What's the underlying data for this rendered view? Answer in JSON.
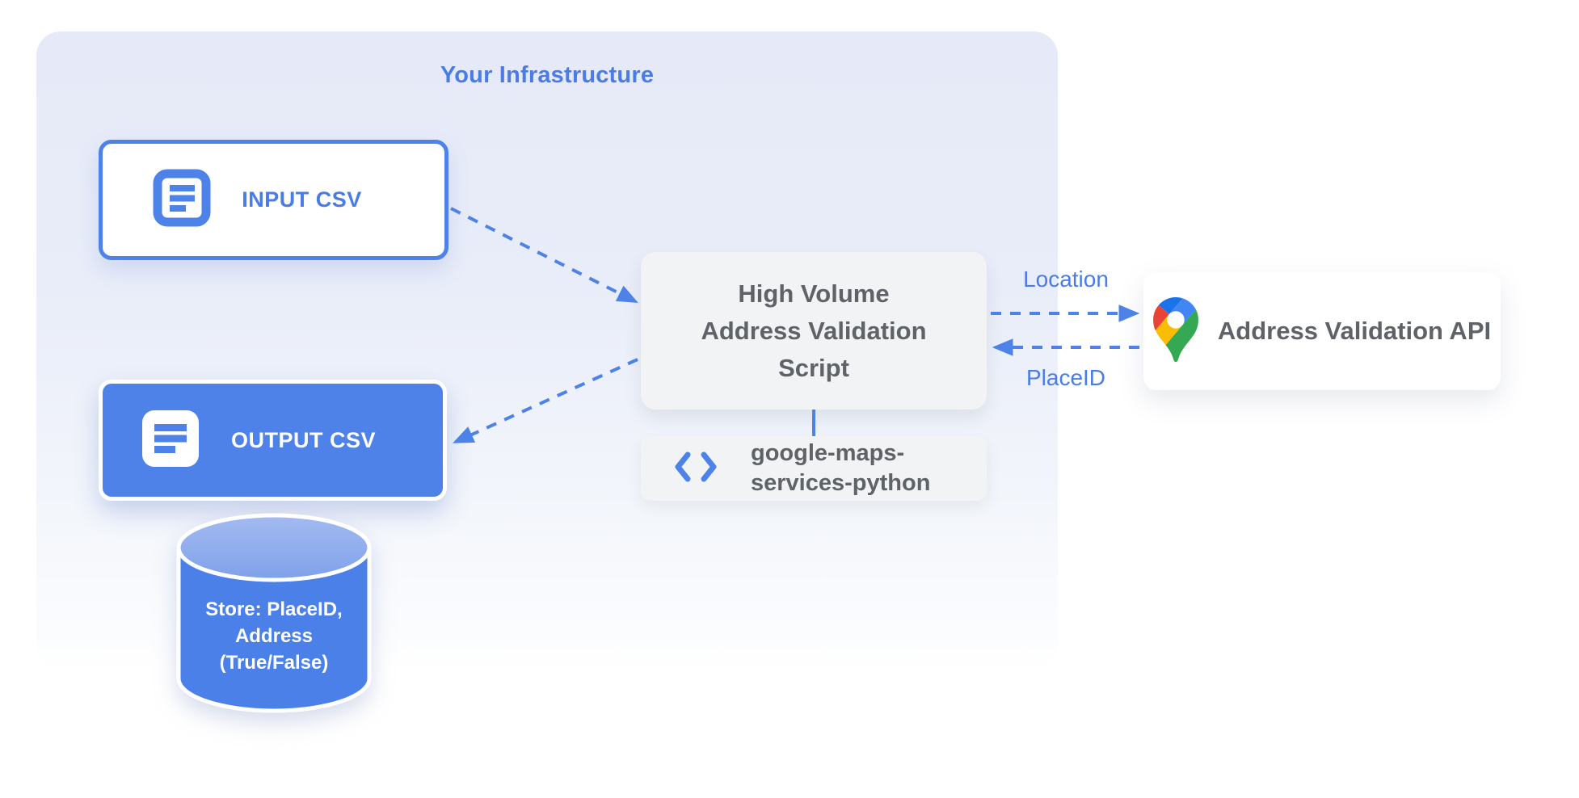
{
  "diagram": {
    "container": {
      "title": "Your Infrastructure"
    },
    "nodes": {
      "input_csv": {
        "label": "INPUT CSV",
        "icon": "document-icon"
      },
      "output_csv": {
        "label": "OUTPUT CSV",
        "icon": "document-icon"
      },
      "datastore": {
        "lines": [
          "Store: PlaceID,",
          "Address",
          "(True/False)"
        ],
        "shape": "database-cylinder"
      },
      "script": {
        "lines": [
          "High Volume",
          "Address Validation",
          "Script"
        ]
      },
      "library": {
        "lines": [
          "google-maps-",
          "services-python"
        ],
        "icon": "code-icon"
      },
      "api": {
        "label": "Address Validation API",
        "icon": "google-maps-pin-icon"
      }
    },
    "edges": {
      "location_label": "Location",
      "placeid_label": "PlaceID",
      "style": "dashed-blue-arrows"
    },
    "colors": {
      "accent_blue": "#4D82E8",
      "label_blue": "#4A7CE8",
      "container_bg_top": "#E6EAF8",
      "gray_box": "#F1F3F4",
      "dark_text": "#5F6368",
      "cylinder_top_light": "#9FB6EF",
      "cylinder_top_dark": "#7FA1EA",
      "pin_red": "#EA4335",
      "pin_blue": "#4285F4",
      "pin_yellow": "#FBBC04",
      "pin_green": "#34A853"
    }
  }
}
